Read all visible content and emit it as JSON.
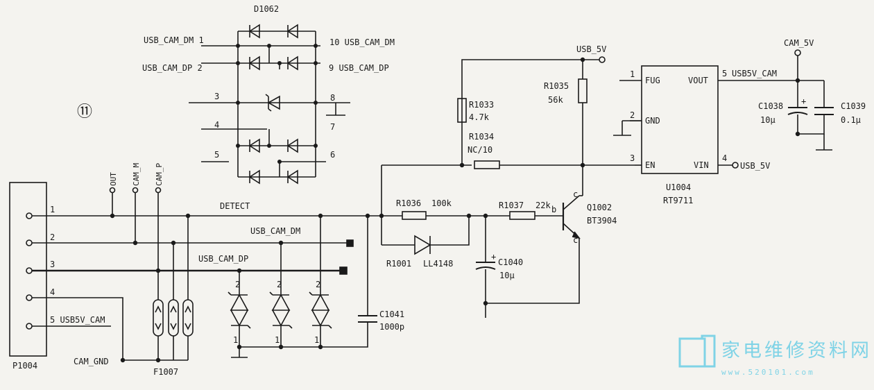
{
  "diagram_number": "⑪",
  "connectors": {
    "p1004": {
      "ref": "P1004",
      "pins": [
        "1",
        "2",
        "3",
        "4",
        "5 USB5V_CAM"
      ],
      "gnd_label": "CAM_GND"
    },
    "probes": [
      "OUT",
      "CAM_M",
      "CAM_P"
    ]
  },
  "nets": {
    "detect": "DETECT",
    "usb_cam_dm": "USB_CAM_DM",
    "usb_cam_dp": "USB_CAM_DP",
    "usb_5v": "USB_5V",
    "cam_5v": "CAM_5V",
    "usb5v_cam": "USB5V_CAM"
  },
  "d1062": {
    "ref": "D1062",
    "left_pins": [
      "USB_CAM_DM 1",
      "USB_CAM_DP 2",
      "3",
      "4",
      "5"
    ],
    "right_pins": [
      "10 USB_CAM_DM",
      "9 USB_CAM_DP",
      "8",
      "7",
      "6"
    ]
  },
  "parts": {
    "r1033": {
      "ref": "R1033",
      "value": "4.7k"
    },
    "r1034": {
      "ref": "R1034",
      "value": "NC/10"
    },
    "r1035": {
      "ref": "R1035",
      "value": "56k"
    },
    "r1036": {
      "ref": "R1036",
      "value": "100k"
    },
    "r1037": {
      "ref": "R1037",
      "value": "22k"
    },
    "r1001": {
      "ref": "R1001",
      "value": "LL4148"
    },
    "q1002": {
      "ref": "Q1002",
      "value": "BT3904"
    },
    "c1040": {
      "ref": "C1040",
      "value": "10μ"
    },
    "c1041": {
      "ref": "C1041",
      "value": "1000p"
    },
    "c1038": {
      "ref": "C1038",
      "value": "10μ"
    },
    "c1039": {
      "ref": "C1039",
      "value": "0.1μ"
    },
    "f1007": {
      "ref": "F1007"
    }
  },
  "u1004": {
    "ref": "U1004",
    "value": "RT9711",
    "pins": {
      "p1": "FUG",
      "p2": "GND",
      "p3": "EN",
      "p4": "VIN",
      "p5": "VOUT"
    },
    "pin_numbers": [
      "1",
      "2",
      "3",
      "4",
      "5"
    ]
  },
  "q_pins": {
    "b": "b",
    "c_top": "c",
    "c_bottom": "c"
  },
  "tvs_pins": {
    "top": "2",
    "bottom": "1"
  },
  "watermark": {
    "text": "家电维修资料网",
    "url": "www.520101.com"
  },
  "colors": {
    "paper": "#f4f3ef",
    "ink": "#1a1a1a",
    "watermark": "#7fd3e6"
  }
}
